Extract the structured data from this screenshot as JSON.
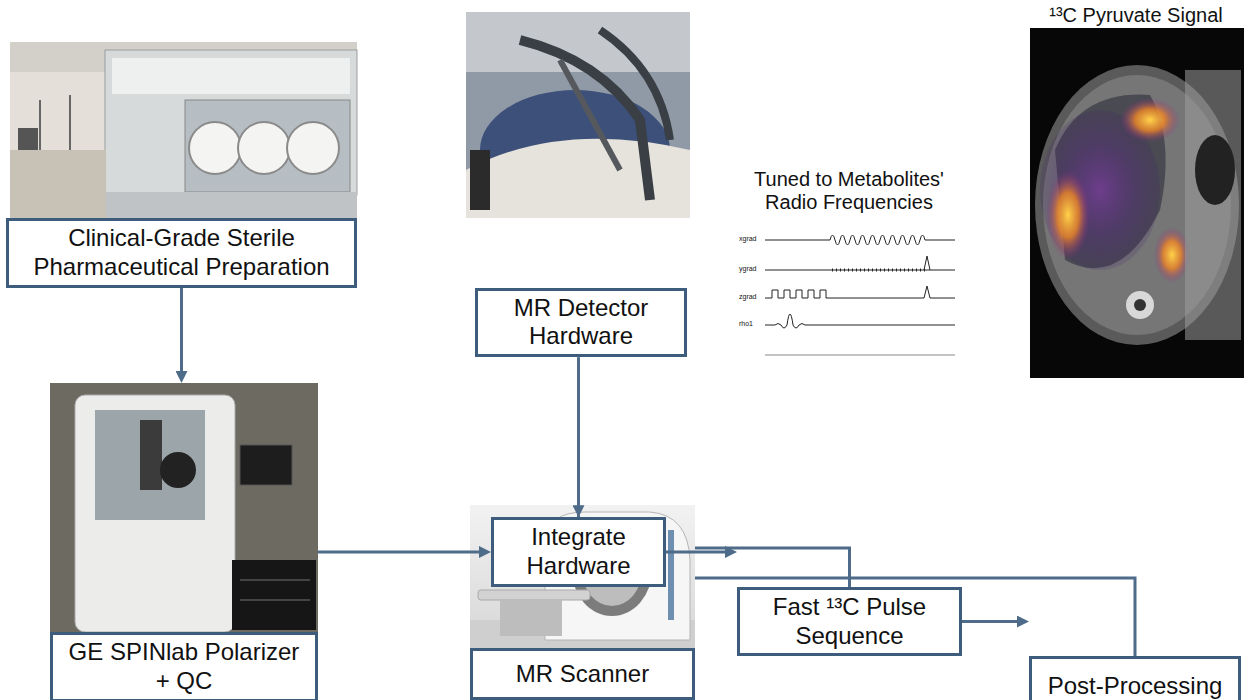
{
  "diagram": {
    "nodes": [
      {
        "text": [
          "Clinical-Grade Sterile Pharmaceutical Preparation"
        ]
      },
      {
        "text": [
          "MR Detector Hardware"
        ]
      },
      {
        "text": [
          "GE SPINlab Polarizer + QC"
        ]
      },
      {
        "text": [
          "Integrate Hardware"
        ]
      },
      {
        "text": [
          "Fast ¹³C Pulse Sequence"
        ]
      },
      {
        "text": [
          "Post-Processing"
        ]
      },
      {
        "text": [
          "MR Scanner"
        ]
      }
    ],
    "edges": [
      {
        "from": 0,
        "to": 2,
        "arrow": "to"
      },
      {
        "from": 2,
        "to": 3,
        "arrow": "to"
      },
      {
        "from": 1,
        "to": 3,
        "arrow": "to"
      },
      {
        "from": 6,
        "to": 3,
        "arrow": "to"
      },
      {
        "from": 3,
        "to": 4,
        "arrow": "to"
      },
      {
        "from": 6,
        "to": 4,
        "arrow": "to"
      },
      {
        "from": 4,
        "to": 5,
        "arrow": "to"
      },
      {
        "from": 6,
        "to": 5,
        "arrow": "to"
      }
    ],
    "labels": [
      "Tuned to Metabolites' Radio Frequencies",
      "¹³C Pyruvate Signal",
      "xgrad",
      "ygrad",
      "zgrad",
      "rho1"
    ]
  }
}
